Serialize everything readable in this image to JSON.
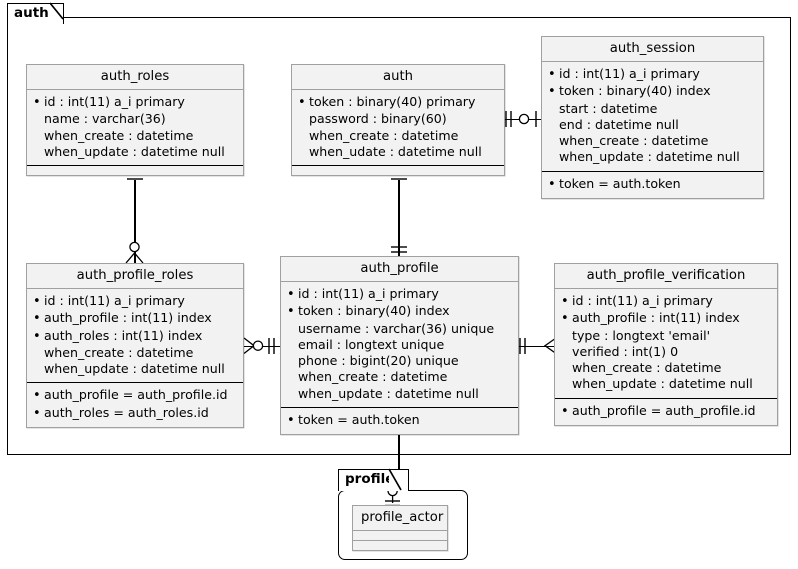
{
  "diagram": {
    "title": "auth",
    "type": "entity-relationship-diagram"
  },
  "packages": [
    {
      "id": "auth",
      "label": "auth"
    },
    {
      "id": "profile",
      "label": "profile"
    }
  ],
  "entities": {
    "auth_roles": {
      "name": "auth_roles",
      "attributes": [
        {
          "key": true,
          "text": "id : int(11) a_i primary"
        },
        {
          "key": false,
          "text": "name : varchar(36)"
        },
        {
          "key": false,
          "text": "when_create : datetime"
        },
        {
          "key": false,
          "text": "when_update : datetime null"
        }
      ],
      "relations": []
    },
    "auth": {
      "name": "auth",
      "attributes": [
        {
          "key": true,
          "text": "token : binary(40) primary"
        },
        {
          "key": false,
          "text": "password : binary(60)"
        },
        {
          "key": false,
          "text": "when_create : datetime"
        },
        {
          "key": false,
          "text": "when_udate : datetime null"
        }
      ],
      "relations": []
    },
    "auth_session": {
      "name": "auth_session",
      "attributes": [
        {
          "key": true,
          "text": "id : int(11) a_i primary"
        },
        {
          "key": true,
          "text": "token : binary(40) index"
        },
        {
          "key": false,
          "text": "start : datetime"
        },
        {
          "key": false,
          "text": "end : datetime null"
        },
        {
          "key": false,
          "text": "when_create : datetime"
        },
        {
          "key": false,
          "text": "when_update : datetime null"
        }
      ],
      "relations": [
        {
          "key": true,
          "text": "token = auth.token"
        }
      ]
    },
    "auth_profile_roles": {
      "name": "auth_profile_roles",
      "attributes": [
        {
          "key": true,
          "text": "id : int(11) a_i primary"
        },
        {
          "key": true,
          "text": "auth_profile : int(11) index"
        },
        {
          "key": true,
          "text": "auth_roles : int(11) index"
        },
        {
          "key": false,
          "text": "when_create : datetime"
        },
        {
          "key": false,
          "text": "when_update : datetime null"
        }
      ],
      "relations": [
        {
          "key": true,
          "text": "auth_profile = auth_profile.id"
        },
        {
          "key": true,
          "text": "auth_roles = auth_roles.id"
        }
      ]
    },
    "auth_profile": {
      "name": "auth_profile",
      "attributes": [
        {
          "key": true,
          "text": "id : int(11) a_i primary"
        },
        {
          "key": true,
          "text": "token : binary(40) index"
        },
        {
          "key": false,
          "text": "username : varchar(36) unique"
        },
        {
          "key": false,
          "text": "email : longtext unique"
        },
        {
          "key": false,
          "text": "phone : bigint(20) unique"
        },
        {
          "key": false,
          "text": "when_create : datetime"
        },
        {
          "key": false,
          "text": "when_update : datetime null"
        }
      ],
      "relations": [
        {
          "key": true,
          "text": "token = auth.token"
        }
      ]
    },
    "auth_profile_verification": {
      "name": "auth_profile_verification",
      "attributes": [
        {
          "key": true,
          "text": "id : int(11) a_i primary"
        },
        {
          "key": true,
          "text": "auth_profile : int(11) index"
        },
        {
          "key": false,
          "text": "type : longtext 'email'"
        },
        {
          "key": false,
          "text": "verified : int(1) 0"
        },
        {
          "key": false,
          "text": "when_create : datetime"
        },
        {
          "key": false,
          "text": "when_update : datetime null"
        }
      ],
      "relations": [
        {
          "key": true,
          "text": "auth_profile = auth_profile.id"
        }
      ]
    },
    "profile_actor": {
      "name": "profile_actor",
      "attributes": [],
      "relations": []
    }
  },
  "relationships": [
    {
      "from": "auth",
      "to": "auth_session",
      "from_card": "one-one",
      "to_card": "zero-one"
    },
    {
      "from": "auth_roles",
      "to": "auth_profile_roles",
      "from_card": "one-one",
      "to_card": "zero-many"
    },
    {
      "from": "auth",
      "to": "auth_profile",
      "from_card": "one-one",
      "to_card": "one-one"
    },
    {
      "from": "auth_profile_roles",
      "to": "auth_profile",
      "from_card": "zero-many",
      "to_card": "one-one"
    },
    {
      "from": "auth_profile",
      "to": "auth_profile_verification",
      "from_card": "one-one",
      "to_card": "many"
    },
    {
      "from": "auth_profile",
      "to": "profile_actor",
      "from_card": "one-one",
      "to_card": "zero-one"
    }
  ],
  "colors": {
    "entity_fill": "#f2f2f2",
    "entity_border": "#a0a0a0",
    "package_border": "#000000",
    "background": "#ffffff",
    "text": "#000000"
  }
}
